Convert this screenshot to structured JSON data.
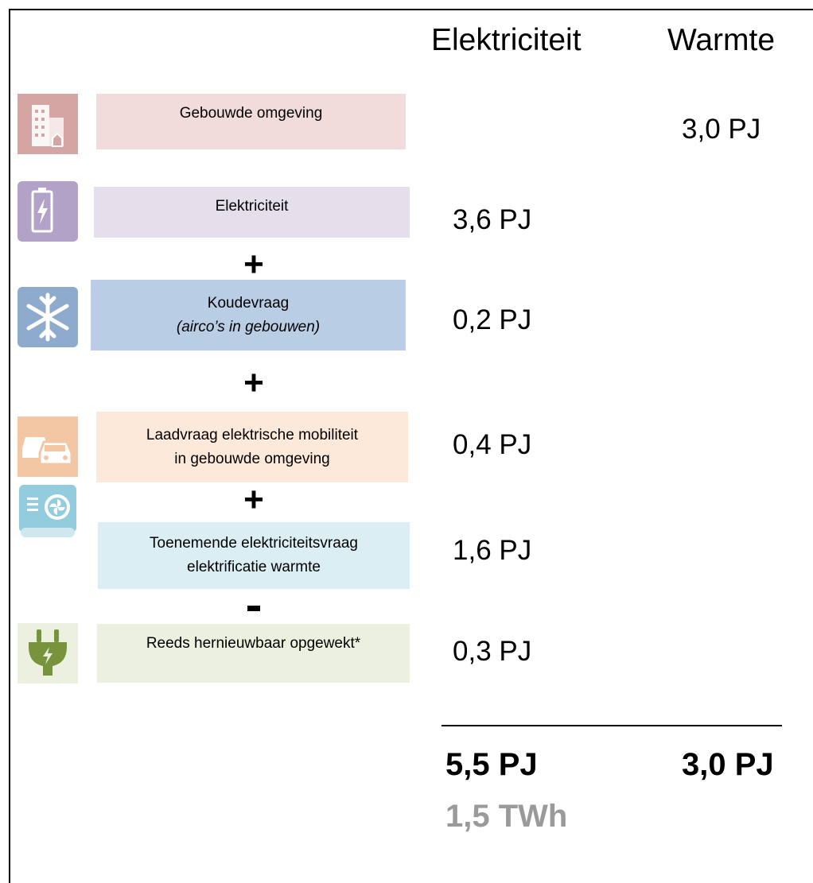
{
  "headers": {
    "electricity": "Elektriciteit",
    "heat": "Warmte"
  },
  "rows": [
    {
      "label": "Gebouwde omgeving",
      "sublabel": "",
      "electricity": "",
      "heat": "3,0 PJ",
      "icon": "buildings-icon",
      "fill": "#f2dcdb",
      "icon_color": "#d5a5a3"
    },
    {
      "label": "Elektriciteit",
      "sublabel": "",
      "electricity": "3,6 PJ",
      "heat": "",
      "icon": "battery-icon",
      "fill": "#e5dfec",
      "icon_color": "#b3a2c7"
    },
    {
      "label": "Koudevraag",
      "sublabel": "(airco’s in gebouwen)",
      "electricity": "0,2 PJ",
      "heat": "",
      "icon": "snowflake-icon",
      "fill": "#b9cde5",
      "icon_color": "#8eaacc"
    },
    {
      "label": "Laadvraag elektrische mobiliteit",
      "sublabel": "in gebouwde omgeving",
      "electricity": "0,4 PJ",
      "heat": "",
      "icon": "cars-icon",
      "fill": "#fde9d9",
      "icon_color": "#f4c7a4"
    },
    {
      "label": "Toenemende elektriciteitsvraag",
      "sublabel": "elektrificatie warmte",
      "electricity": "1,6 PJ",
      "heat": "",
      "icon": "heat-pump-icon",
      "fill": "#dbeef4",
      "icon_color": "#93cddd"
    },
    {
      "label": "Reeds hernieuwbaar opgewekt*",
      "sublabel": "",
      "electricity": "0,3 PJ",
      "heat": "",
      "icon": "plug-icon",
      "fill": "#ebf1de",
      "icon_color": "#77933c"
    }
  ],
  "operators": [
    "+",
    "+",
    "+",
    "-"
  ],
  "totals": {
    "electricity": "5,5 PJ",
    "heat": "3,0 PJ",
    "electricity_twh": "1,5 TWh"
  },
  "colors": {
    "text": "#000000",
    "muted": "#9a9a9a"
  }
}
